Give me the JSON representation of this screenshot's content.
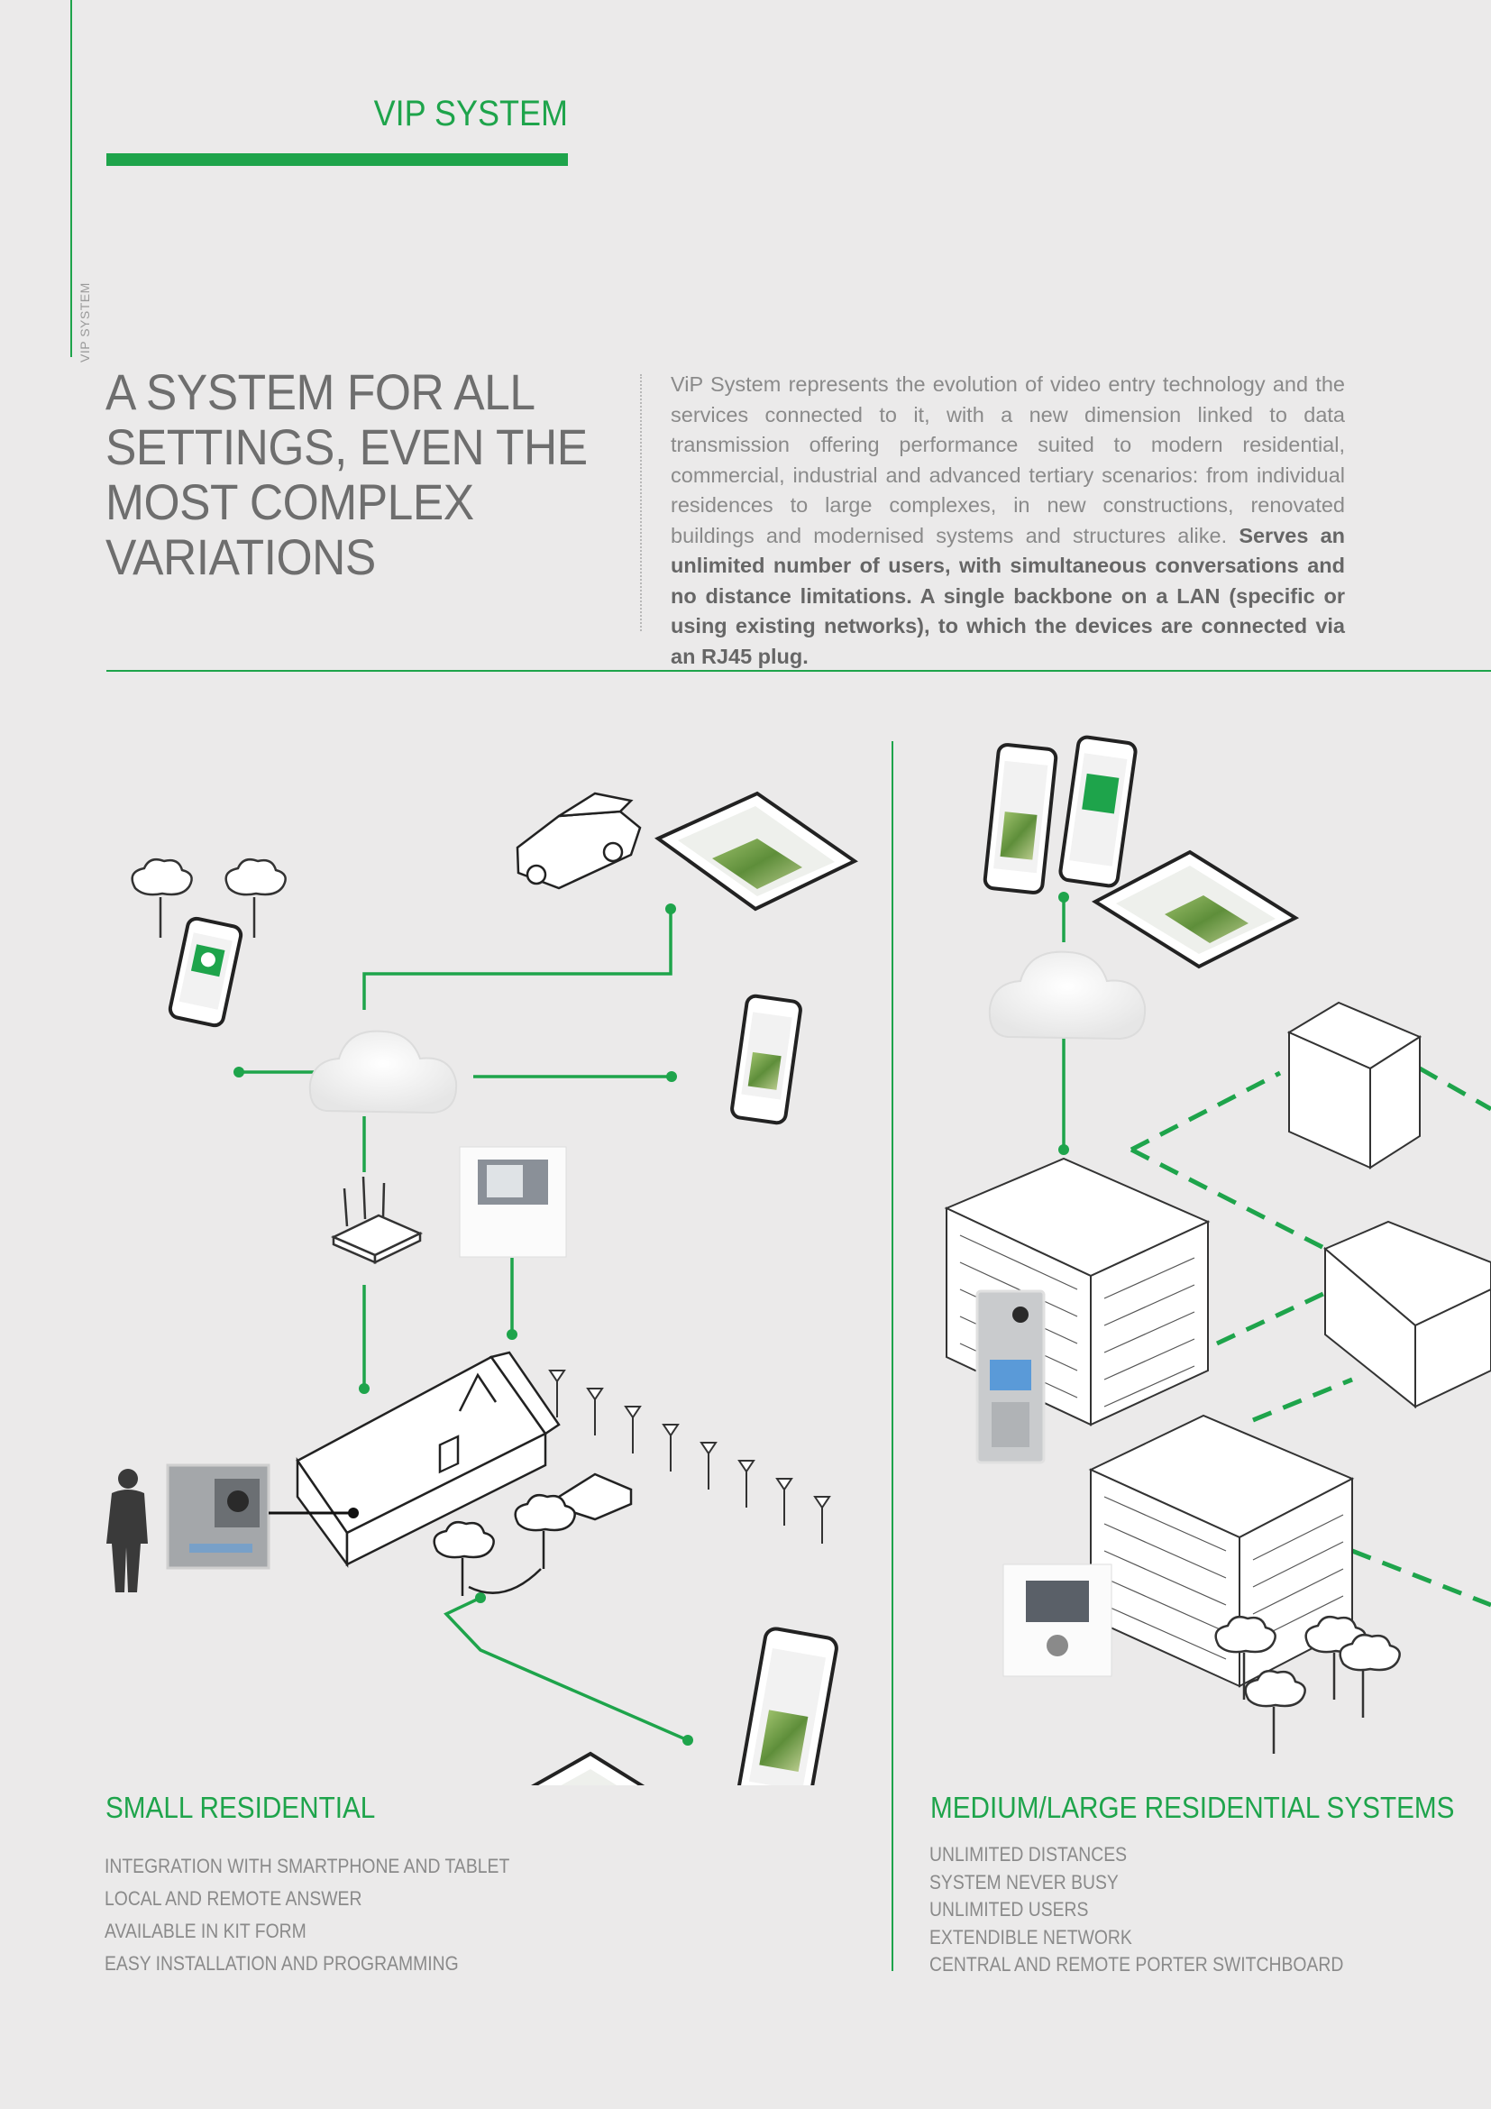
{
  "side_tab": "VIP SYSTEM",
  "section_title": "VIP SYSTEM",
  "headline": [
    "A SYSTEM FOR ALL",
    "SETTINGS, EVEN THE",
    "MOST COMPLEX",
    "VARIATIONS"
  ],
  "intro": {
    "normal": "ViP System represents the evolution of video entry technology and the services connected to it, with a new dimension linked to data transmission offering performance suited to modern residential, commercial, industrial and advanced tertiary scenarios: from individual residences to large complexes, in new constructions, renovated buildings and modernised systems and structures alike.",
    "bold": "Serves an unlimited number of users, with simultaneous conversations and no distance limitations. A single backbone on a LAN (specific or using existing networks), to which the devices are connected via an RJ45 plug."
  },
  "left_column": {
    "heading": "SMALL RESIDENTIAL",
    "features": [
      "INTEGRATION WITH SMARTPHONE AND TABLET",
      "LOCAL AND REMOTE ANSWER",
      "AVAILABLE IN KIT FORM",
      "EASY INSTALLATION AND PROGRAMMING"
    ]
  },
  "right_column": {
    "heading": "MEDIUM/LARGE RESIDENTIAL SYSTEMS",
    "features": [
      "UNLIMITED DISTANCES",
      "SYSTEM NEVER BUSY",
      "UNLIMITED USERS",
      "EXTENDIBLE NETWORK",
      "CENTRAL AND REMOTE PORTER SWITCHBOARD"
    ]
  },
  "colors": {
    "accent": "#1ea44b",
    "background": "#ebeaea",
    "text": "#6e6e6e"
  },
  "icons": [
    "cloud-icon",
    "router-icon",
    "smartphone-icon",
    "tablet-icon",
    "car-icon",
    "tree-icon",
    "house-icon",
    "person-icon",
    "door-panel-icon",
    "monitor-icon",
    "building-icon",
    "lamp-post-icon"
  ]
}
